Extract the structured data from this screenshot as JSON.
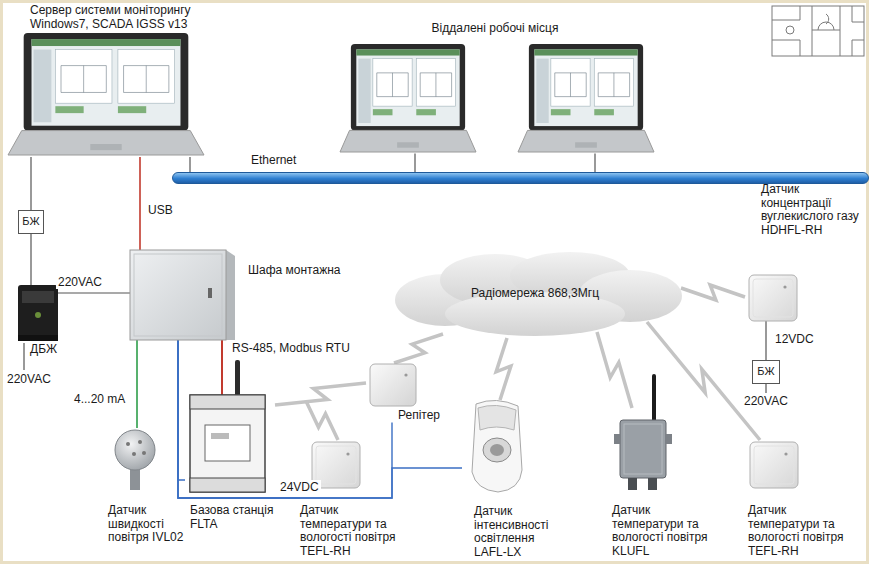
{
  "diagram": {
    "nodes": [
      {
        "text": [
          "Сервер системи моніторингу Windows7, SCADA IGSS v13"
        ]
      },
      {
        "text": [
          "Віддалені робочі місця"
        ]
      },
      {
        "text": [
          "Ethernet"
        ]
      },
      {
        "text": [
          "БЖ"
        ]
      },
      {
        "text": [
          "ДБЖ"
        ]
      },
      {
        "text": [
          "Шафа монтажна"
        ]
      },
      {
        "text": [
          "Радіомережа 868,3Мгц"
        ]
      },
      {
        "text": [
          "Датчик концентрації вуглекислого газу HDHFL-RH"
        ]
      },
      {
        "text": [
          "БЖ"
        ]
      },
      {
        "text": [
          "Датчик швидкості повітря IVL02"
        ]
      },
      {
        "text": [
          "Базова станція FLTA"
        ]
      },
      {
        "text": [
          "Датчик температури та вологості повітря TEFL-RH"
        ]
      },
      {
        "text": [
          "Репітер"
        ]
      },
      {
        "text": [
          "Датчик інтенсивності освітлення LAFL-LX"
        ]
      },
      {
        "text": [
          "Датчик температури та вологості повітря KLUFL"
        ]
      },
      {
        "text": [
          "Датчик температури та вологості повітря TEFL-RH"
        ]
      }
    ],
    "edges": [
      {
        "from": 0,
        "to": 2,
        "arrow": "none"
      },
      {
        "from": 1,
        "to": 2,
        "arrow": "none"
      },
      {
        "from": 1,
        "to": 2,
        "arrow": "none"
      },
      {
        "from": 0,
        "to": 3,
        "arrow": "none"
      },
      {
        "from": 3,
        "to": 4,
        "arrow": "none"
      },
      {
        "from": 4,
        "to": 5,
        "label": "220VAC",
        "arrow": "none"
      },
      {
        "from": 0,
        "to": 5,
        "label": "USB",
        "arrow": "none"
      },
      {
        "from": 5,
        "to": 9,
        "label": "4...20 mA",
        "arrow": "none"
      },
      {
        "from": 5,
        "to": 10,
        "label": "RS-485, Modbus RTU",
        "arrow": "none"
      },
      {
        "from": 5,
        "to": 10,
        "label": "24VDC",
        "arrow": "none"
      },
      {
        "from": 5,
        "to": 11,
        "arrow": "none"
      },
      {
        "from": 5,
        "to": 12,
        "arrow": "none"
      },
      {
        "from": 5,
        "to": 13,
        "arrow": "none"
      },
      {
        "from": 10,
        "to": 12,
        "arrow": "none"
      },
      {
        "from": 12,
        "to": 11,
        "arrow": "none"
      },
      {
        "from": 6,
        "to": 12,
        "arrow": "none"
      },
      {
        "from": 6,
        "to": 13,
        "arrow": "none"
      },
      {
        "from": 6,
        "to": 14,
        "arrow": "none"
      },
      {
        "from": 6,
        "to": 15,
        "arrow": "none"
      },
      {
        "from": 6,
        "to": 7,
        "arrow": "none"
      },
      {
        "from": 7,
        "to": 8,
        "label": "12VDC",
        "arrow": "none"
      }
    ],
    "labels": [
      "220VAC",
      "220VAC"
    ]
  }
}
